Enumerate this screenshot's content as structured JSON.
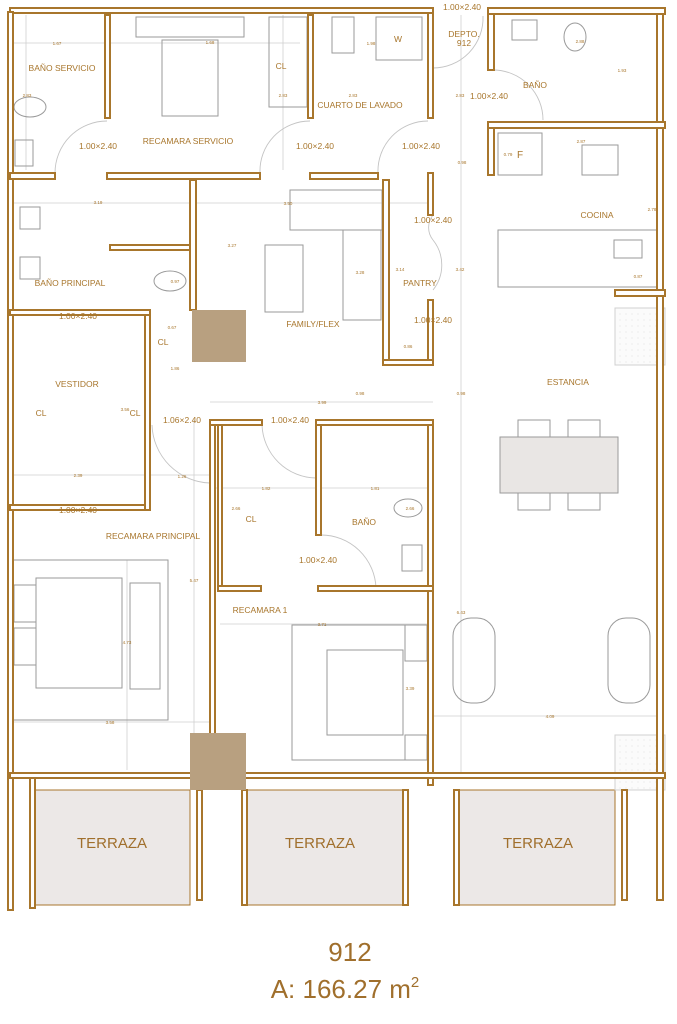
{
  "colors": {
    "wall": "#a8762c",
    "column": "#b8a080",
    "terrace": "#ece8e7",
    "text": "#a06f2c"
  },
  "unit": {
    "number": "912",
    "area_prefix": "A: 166.27 m",
    "area_sup": "2"
  },
  "entry": {
    "line1": "DEPTO.",
    "line2": "912"
  },
  "rooms": {
    "bano_servicio": "BAÑO SERVICIO",
    "recamara_servicio": "RECAMARA SERVICIO",
    "cl_servicio": "CL",
    "cuarto_lavado": "CUARTO DE LAVADO",
    "washer": "W",
    "bano": "BAÑO",
    "fridge": "F",
    "cocina": "COCINA",
    "bano_principal": "BAÑO PRINCIPAL",
    "family": "FAMILY/FLEX",
    "pantry": "PANTRY",
    "cl_hall": "CL",
    "vestidor": "VESTIDOR",
    "cl_vest_left": "CL",
    "cl_vest_right": "CL",
    "estancia": "ESTANCIA",
    "recamara_principal": "RECAMARA PRINCIPAL",
    "cl_rec1": "CL",
    "bano2": "BAÑO",
    "recamara1": "RECAMARA 1",
    "terraza1": "TERRAZA",
    "terraza2": "TERRAZA",
    "terraza3": "TERRAZA"
  },
  "doors": [
    "1.00×2.40",
    "1.00×2.40",
    "1.00×2.40",
    "1.00×2.40",
    "1.00×2.40",
    "1.00×2.40",
    "1.00×2.40",
    "1.00×2.40",
    "1.00×2.40",
    "1.06×2.40",
    "1.00×2.40",
    "1.00×2.40"
  ],
  "dimensions": [
    "1.67",
    "2.83",
    "1.68",
    "2.83",
    "1.98",
    "2.83",
    "2.83",
    "2.88",
    "1.93",
    "0.98",
    "2.87",
    "0.79",
    "3.19",
    "3.50",
    "3.27",
    "3.28",
    "0.97",
    "3.14",
    "3.42",
    "0.86",
    "2.78",
    "0.87",
    "0.67",
    "1.86",
    "3.56",
    "0.98",
    "3.99",
    "0.98",
    "2.39",
    "1.26",
    "1.82",
    "1.81",
    "2.66",
    "2.66",
    "5.47",
    "4.73",
    "3.58",
    "3.71",
    "3.39",
    "6.43",
    "4.09"
  ]
}
